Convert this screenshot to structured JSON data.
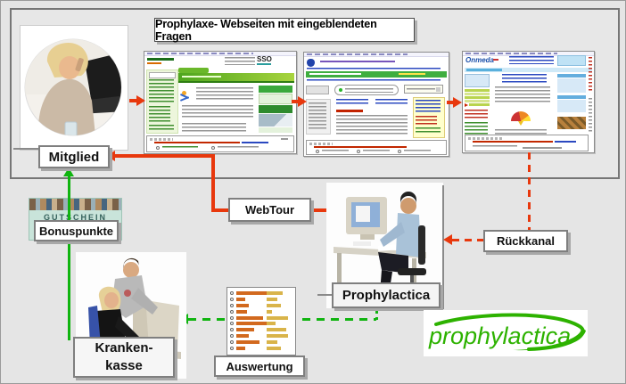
{
  "title": {
    "text": "Prophylaxe- Webseiten mit eingeblendeten Fragen"
  },
  "labels": {
    "mitglied": "Mitglied",
    "webtour": "WebTour",
    "bonuspunkte": "Bonuspunkte",
    "krankenkasse_line1": "Kranken-",
    "krankenkasse_line2": "kasse",
    "auswertung": "Auswertung",
    "prophylactica": "Prophylactica",
    "rueckkanal": "Rückkanal"
  },
  "voucher": {
    "title": "GUTSCHEIN"
  },
  "websites": {
    "site1": {
      "sso_text": "SSO"
    },
    "site3": {
      "logo_text": "Onmeda"
    }
  },
  "brand_logo": {
    "text": "prophylactica"
  },
  "colors": {
    "arrow_red": "#e8380d",
    "arrow_green": "#10b410",
    "label_border": "#7f7f7f",
    "label_shadow": "#a8a8a8",
    "logo_green": "#2db200"
  },
  "auswertung_chart": {
    "type": "bar",
    "description": "Survey evaluation thumbnail: two-sided horizontal bars per question",
    "rows": [
      {
        "orange": 34,
        "tan": 18
      },
      {
        "orange": 10,
        "tan": 12
      },
      {
        "orange": 14,
        "tan": 16
      },
      {
        "orange": 12,
        "tan": 6
      },
      {
        "orange": 30,
        "tan": 24
      },
      {
        "orange": 36,
        "tan": 10
      },
      {
        "orange": 20,
        "tan": 22
      },
      {
        "orange": 14,
        "tan": 24
      },
      {
        "orange": 26,
        "tan": 12
      },
      {
        "orange": 10,
        "tan": 16
      }
    ]
  }
}
